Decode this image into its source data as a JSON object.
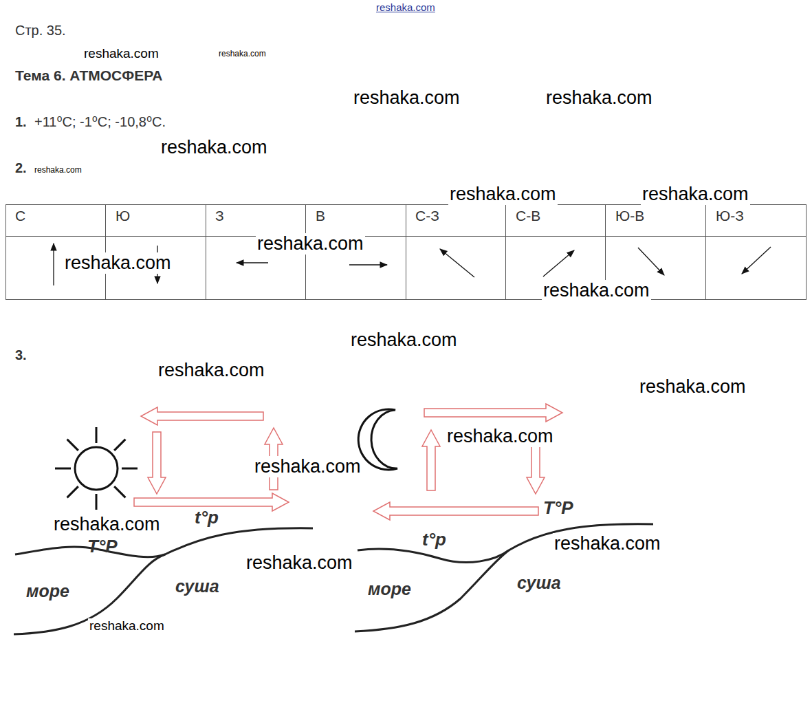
{
  "diagram": {
    "labels": [
      "reshaka.com",
      "Стр. 35.",
      "reshaka.com",
      "reshaka.com",
      "Тема 6. АТМОСФЕРА",
      "reshaka.com",
      "reshaka.com",
      "1.",
      "+11⁰C; -1⁰C; -10,8⁰C.",
      "reshaka.com",
      "2.",
      "reshaka.com",
      "reshaka.com",
      "reshaka.com",
      "С",
      "Ю",
      "З",
      "В",
      "С-З",
      "С-В",
      "Ю-В",
      "Ю-З",
      "reshaka.com",
      "reshaka.com",
      "reshaka.com",
      "reshaka.com",
      "3.",
      "reshaka.com",
      "reshaka.com",
      "reshaka.com",
      "reshaka.com",
      "reshaka.com",
      "T°P",
      "t°p",
      "море",
      "суша",
      "reshaka.com",
      "t°p",
      "T°P",
      "море",
      "суша",
      "reshaka.com",
      "reshaka.com"
    ]
  }
}
